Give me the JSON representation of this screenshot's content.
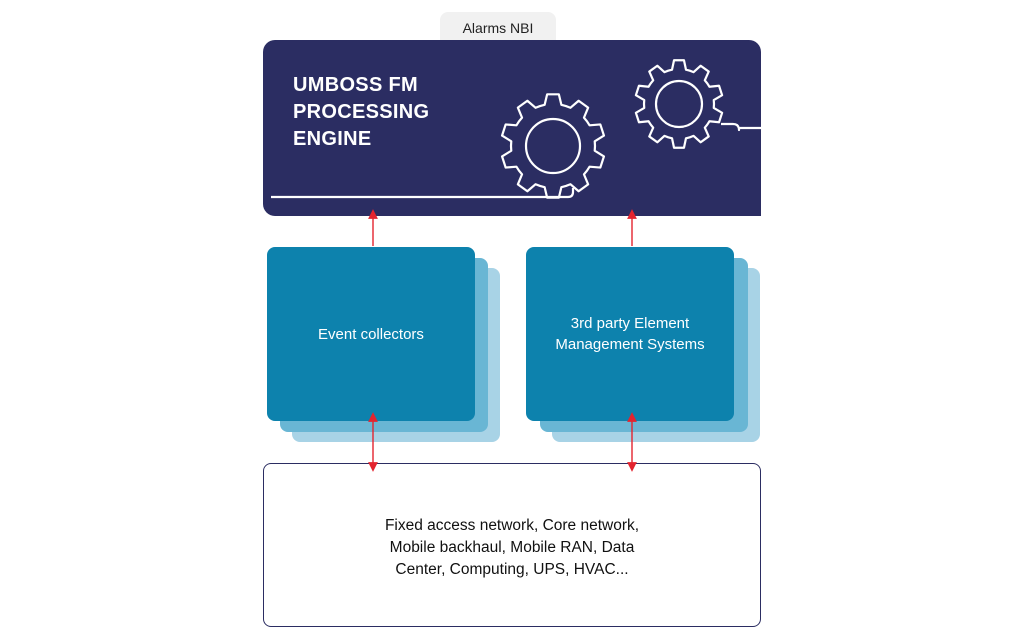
{
  "nbi": {
    "label": "Alarms NBI"
  },
  "engine": {
    "title_lines": [
      "UMBOSS FM",
      "PROCESSING",
      "ENGINE"
    ],
    "art": "gears-icon"
  },
  "collectors": {
    "label": "Event collectors"
  },
  "ems": {
    "label_lines": [
      "3rd party Element",
      "Management Systems"
    ]
  },
  "network": {
    "label_lines": [
      "Fixed access network, Core network,",
      "Mobile backhaul, Mobile RAN, Data",
      "Center, Computing, UPS, HVAC..."
    ]
  },
  "colors": {
    "engine_bg": "#2b2d62",
    "card_front": "#0d82ad",
    "card_mid": "#69b6d4",
    "card_back": "#a8d3e6",
    "arrow": "#e3242f"
  }
}
